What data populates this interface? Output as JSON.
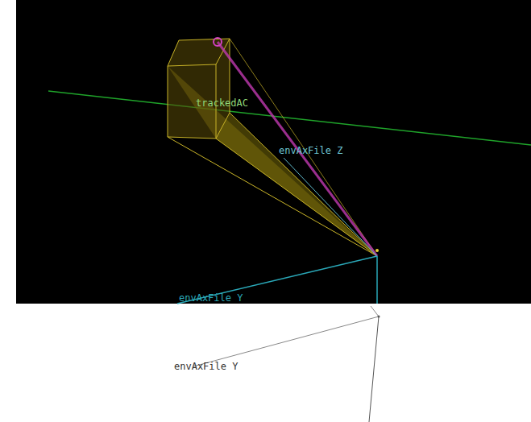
{
  "diagram": {
    "labels": [
      "trackedAC",
      "envAxFile Z",
      "envAxFile Y",
      "envAxFile Y"
    ]
  }
}
